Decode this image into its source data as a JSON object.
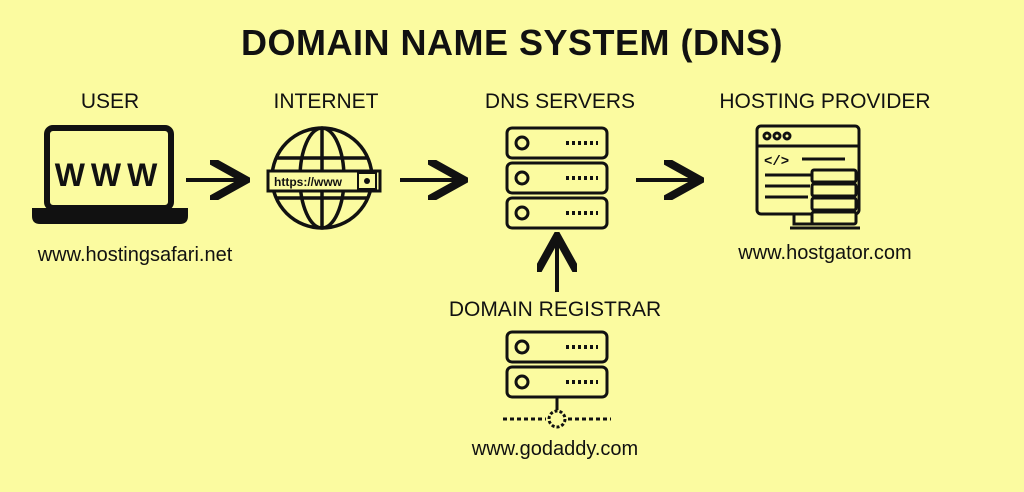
{
  "title": "DOMAIN NAME SYSTEM (DNS)",
  "nodes": {
    "user": {
      "heading": "USER",
      "url": "www.hostingsafari.net",
      "screen_text": "WWW"
    },
    "internet": {
      "heading": "INTERNET",
      "bar_text": "https://www"
    },
    "dns": {
      "heading": "DNS SERVERS"
    },
    "hosting": {
      "heading": "HOSTING PROVIDER",
      "url": "www.hostgator.com",
      "code_text": "</>"
    },
    "registrar": {
      "heading": "DOMAIN REGISTRAR",
      "url": "www.godaddy.com"
    }
  },
  "colors": {
    "background": "#fbfba0",
    "ink": "#111111"
  }
}
